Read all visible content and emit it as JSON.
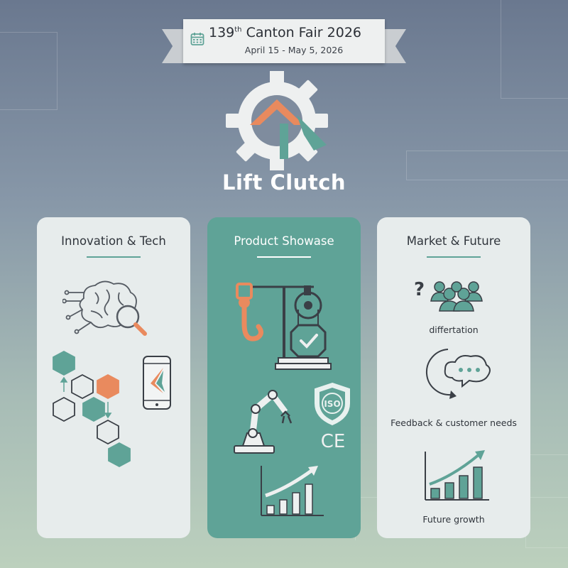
{
  "banner": {
    "title_number": "139",
    "title_suffix": "th",
    "title_rest": " Canton Fair 2026",
    "dates": "April 15 - May 5, 2026",
    "icon": "calendar-icon"
  },
  "brand": {
    "name": "Lift Clutch",
    "logo_icon": "gear-arrow-logo-icon"
  },
  "colors": {
    "teal": "#5fa397",
    "orange": "#e98a5e",
    "gray": "#9aa0a6",
    "card": "#e7ecec"
  },
  "columns": [
    {
      "title": "Innovation & Tech",
      "icons": [
        "brain-magnifier-icon",
        "hexagon-network-icon",
        "smartphone-app-icon"
      ]
    },
    {
      "title": "Product Showase",
      "icons": [
        "crane-hook-pulley-icon",
        "robotic-arm-icon",
        "iso-shield-icon",
        "ce-mark-icon",
        "growth-chart-icon"
      ],
      "badges": {
        "iso": "ISO",
        "ce": "CE"
      }
    },
    {
      "title": "Market & Future",
      "items": [
        {
          "icon": "people-question-icon",
          "caption": "differtation"
        },
        {
          "icon": "feedback-bubble-icon",
          "caption": "Feedback & customer needs"
        },
        {
          "icon": "growth-bar-chart-icon",
          "caption": "Future growth"
        }
      ]
    }
  ]
}
